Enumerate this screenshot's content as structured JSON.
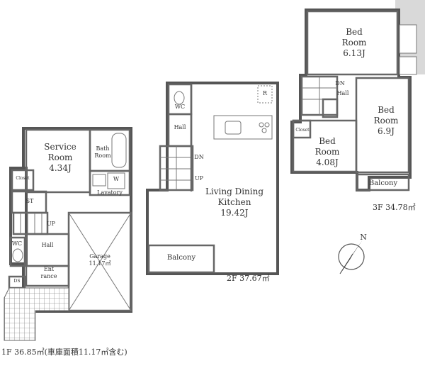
{
  "floors": {
    "f1": {
      "caption": "1F 36.85㎡(車庫面積11.17㎡含む)",
      "rooms": {
        "service": "Service\nRoom\n4.34J",
        "bath": "Bath\nRoom",
        "closet": "Closet",
        "lavatory": "Lavatory",
        "w": "W",
        "st": "ST",
        "up": "UP",
        "wc": "WC",
        "hall": "Hall",
        "garage": "Garage\n11.17㎡",
        "entrance": "Ent\nrance",
        "ds": "DS"
      }
    },
    "f2": {
      "caption": "2F 37.67㎡",
      "rooms": {
        "wc": "WC",
        "hall": "Hall",
        "dn": "DN",
        "up": "UP",
        "ldk": "Living Dining\nKitchen\n19.42J",
        "balcony": "Balcony",
        "r": "R"
      }
    },
    "f3": {
      "caption": "3F 34.78㎡",
      "rooms": {
        "bed1": "Bed\nRoom\n6.13J",
        "bed2": "Bed\nRoom\n6.9J",
        "bed3": "Bed\nRoom\n4.08J",
        "dn": "DN",
        "hall": "Hall",
        "closet": "Closet",
        "balcony": "Balcony"
      }
    }
  },
  "compass": {
    "label": "N",
    "icon": "north-arrow-icon"
  }
}
